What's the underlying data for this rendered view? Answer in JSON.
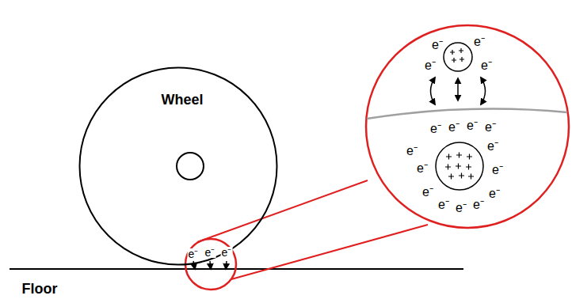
{
  "diagram": {
    "nodes": [
      {
        "text": [
          "Wheel"
        ]
      }
    ],
    "labels": [
      "Floor",
      "e⁻",
      "e⁻",
      "e⁻",
      "e⁻",
      "e⁻",
      "e⁻",
      "e⁻",
      "e⁻",
      "e⁻",
      "e⁻",
      "e⁻",
      "e⁻",
      "e⁻",
      "e⁻",
      "e⁻",
      "e⁻",
      "e⁻",
      "e⁻",
      "e⁻",
      "e⁻"
    ]
  }
}
